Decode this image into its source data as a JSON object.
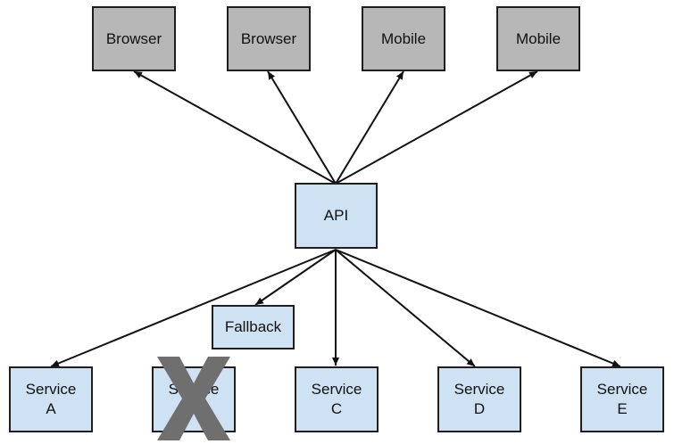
{
  "clients": {
    "browser_1": "Browser",
    "browser_2": "Browser",
    "mobile_1": "Mobile",
    "mobile_2": "Mobile"
  },
  "api": {
    "label": "API"
  },
  "fallback": {
    "label": "Fallback"
  },
  "services": {
    "a": "Service\nA",
    "b": "Service\nB",
    "c": "Service\nC",
    "d": "Service\nD",
    "e": "Service\nE"
  },
  "failure_marker": {
    "target": "Service B",
    "color": "#6f6f6f",
    "icon": "x-icon"
  },
  "colors": {
    "client_fill": "#b7b7b7",
    "service_fill": "#cfe2f3",
    "stroke": "#1f1f1f"
  }
}
